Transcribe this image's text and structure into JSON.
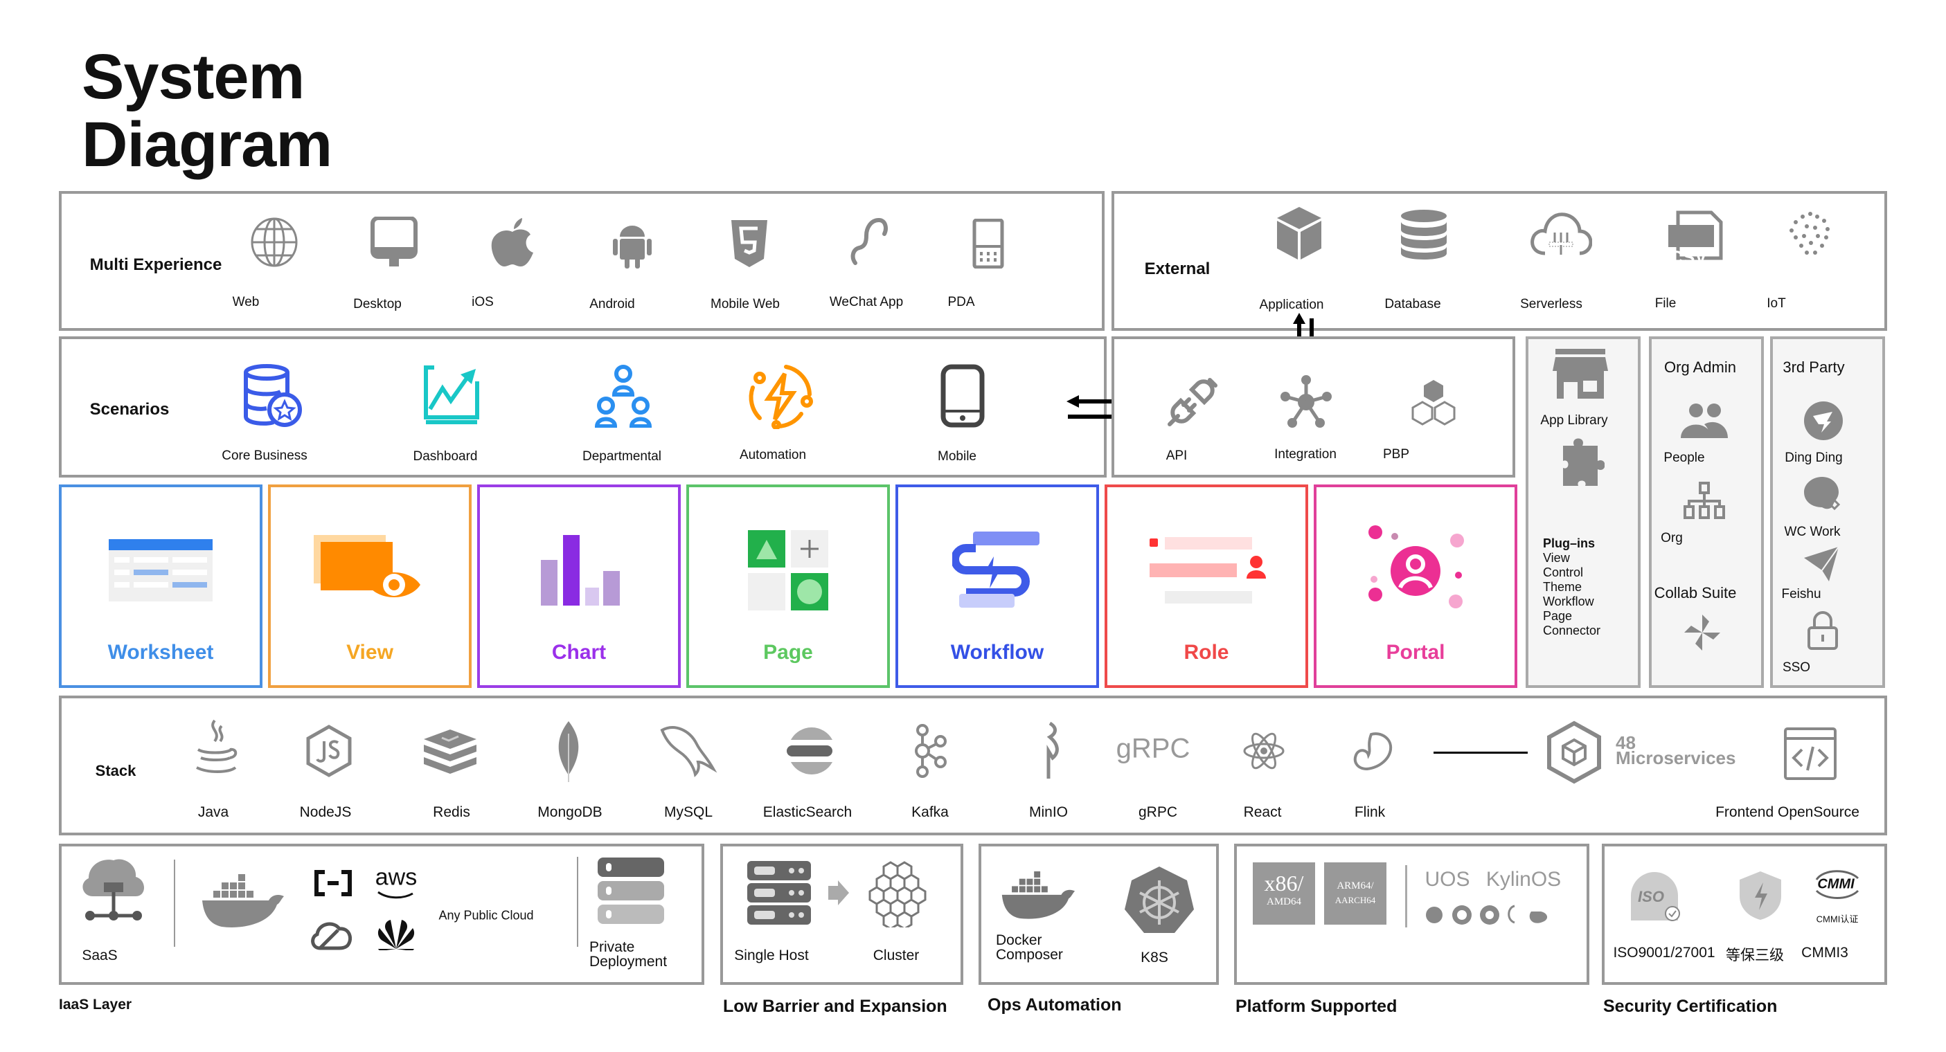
{
  "title_line1": "System",
  "title_line2": "Diagram",
  "multi": {
    "header": "Multi Experience",
    "items": [
      "Web",
      "Desktop",
      "iOS",
      "Android",
      "Mobile Web",
      "WeChat App",
      "PDA"
    ]
  },
  "external": {
    "header": "External",
    "items": [
      "Application",
      "Database",
      "Serverless",
      "File",
      "IoT"
    ],
    "csv_badge": "CSV"
  },
  "scenarios": {
    "header": "Scenarios",
    "items": [
      "Core Business",
      "Dashboard",
      "Departmental",
      "Automation",
      "Mobile"
    ]
  },
  "integration": {
    "items": [
      "API",
      "Integration",
      "PBP"
    ]
  },
  "app_library": {
    "title": "App Library",
    "plugins": [
      "Plug–ins",
      "View",
      "Control",
      "Theme",
      "Workflow",
      "Page",
      "Connector"
    ]
  },
  "org_admin": {
    "title": "Org Admin",
    "people": "People",
    "org": "Org",
    "collab": "Collab Suite"
  },
  "third_party": {
    "title": "3rd Party",
    "items": [
      "Ding Ding",
      "WC Work",
      "Feishu",
      "SSO"
    ]
  },
  "modules": [
    {
      "label": "Worksheet",
      "color": "#3f8ee8"
    },
    {
      "label": "View",
      "color": "#f5a623"
    },
    {
      "label": "Chart",
      "color": "#9b30ea"
    },
    {
      "label": "Page",
      "color": "#5dc860"
    },
    {
      "label": "Workflow",
      "color": "#3350e6"
    },
    {
      "label": "Role",
      "color": "#f04848"
    },
    {
      "label": "Portal",
      "color": "#e83e9a"
    }
  ],
  "stack": {
    "header": "Stack",
    "items": [
      "Java",
      "NodeJS",
      "Redis",
      "MongoDB",
      "MySQL",
      "ElasticSearch",
      "Kafka",
      "MinIO",
      "gRPC",
      "React",
      "Flink"
    ],
    "grpc_logo": "gRPC",
    "micro_count": "48",
    "micro_label": "Microservices",
    "frontend": "Frontend OpenSource"
  },
  "iaas": {
    "saas": "SaaS",
    "public_cloud": "Any Public Cloud",
    "aws": "aws",
    "private1": "Private",
    "private2": "Deployment",
    "section": "IaaS Layer"
  },
  "low_barrier": {
    "single": "Single Host",
    "cluster": "Cluster",
    "section": "Low Barrier and Expansion"
  },
  "ops": {
    "docker1": "Docker",
    "docker2": "Composer",
    "k8s": "K8S",
    "section": "Ops Automation"
  },
  "platform": {
    "x86": "x86/",
    "amd": "AMD64",
    "arm": "ARM64/",
    "aarch": "AARCH64",
    "uos": "UOS",
    "kylin": "KylinOS",
    "section": "Platform Supported"
  },
  "security": {
    "iso_badge": "ISO",
    "cmmi_badge": "CMMI",
    "cmmi_cert": "CMMI认证",
    "iso": "ISO9001/27001",
    "dengbao": "等保三级",
    "cmmi3": "CMMI3",
    "section": "Security Certification"
  }
}
